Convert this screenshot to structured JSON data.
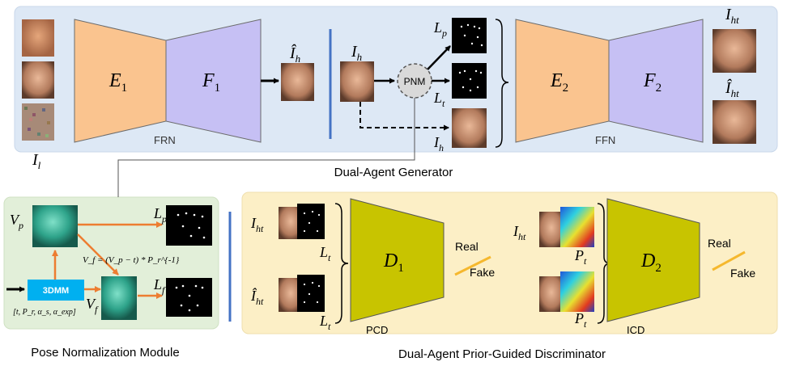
{
  "generator": {
    "title": "Dual-Agent Generator",
    "frn": {
      "label": "FRN",
      "encoder": {
        "base": "E",
        "sub": "1"
      },
      "decoder": {
        "base": "F",
        "sub": "1"
      },
      "input_label": {
        "base": "I",
        "sub": "l"
      },
      "output_label": {
        "base": "Î",
        "sub": "h"
      }
    },
    "pnm": {
      "label": "PNM",
      "input_label": {
        "base": "I",
        "sub": "h"
      },
      "outputs": [
        {
          "base": "L",
          "sub": "p"
        },
        {
          "base": "L",
          "sub": "t"
        },
        {
          "base": "I",
          "sub": "h"
        }
      ]
    },
    "ffn": {
      "label": "FFN",
      "encoder": {
        "base": "E",
        "sub": "2"
      },
      "decoder": {
        "base": "F",
        "sub": "2"
      },
      "outputs": [
        {
          "base": "I",
          "sub": "ht"
        },
        {
          "base": "Î",
          "sub": "ht"
        }
      ]
    }
  },
  "pose_module": {
    "title": "Pose Normalization Module",
    "block_label": "3DMM",
    "params": "[t, P_r, α_s, α_exp]",
    "vp": {
      "base": "V",
      "sub": "p"
    },
    "vf": {
      "base": "V",
      "sub": "f"
    },
    "lp": {
      "base": "L",
      "sub": "p"
    },
    "lf": {
      "base": "L",
      "sub": "f"
    },
    "equation": "V_f = (V_p − t) * P_r^{-1}"
  },
  "discriminator": {
    "title": "Dual-Agent Prior-Guided Discriminator",
    "pcd": {
      "label": "PCD",
      "block": {
        "base": "D",
        "sub": "1"
      },
      "inputs": [
        {
          "face": {
            "base": "I",
            "sub": "ht"
          },
          "map": {
            "base": "L",
            "sub": "t"
          }
        },
        {
          "face": {
            "base": "Î",
            "sub": "ht"
          },
          "map": {
            "base": "L",
            "sub": "t"
          }
        }
      ],
      "real": "Real",
      "fake": "Fake"
    },
    "icd": {
      "label": "ICD",
      "block": {
        "base": "D",
        "sub": "2"
      },
      "inputs": [
        {
          "face": {
            "base": "I",
            "sub": "ht"
          },
          "map": {
            "base": "P",
            "sub": "t"
          }
        },
        {
          "map": {
            "base": "P",
            "sub": "t"
          }
        }
      ],
      "real": "Real",
      "fake": "Fake"
    }
  },
  "colors": {
    "generator_bg": "#dde8f5",
    "pose_bg": "#e2efd9",
    "disc_bg": "#fcefc6",
    "encoder": "#fac48f",
    "decoder": "#c6c0f4",
    "discriminator": "#c8c400",
    "block_3dmm": "#00b0f0",
    "arrow_orange": "#ed7d31",
    "separator": "#4472c4",
    "real_fake_line": "#f5b82e"
  }
}
